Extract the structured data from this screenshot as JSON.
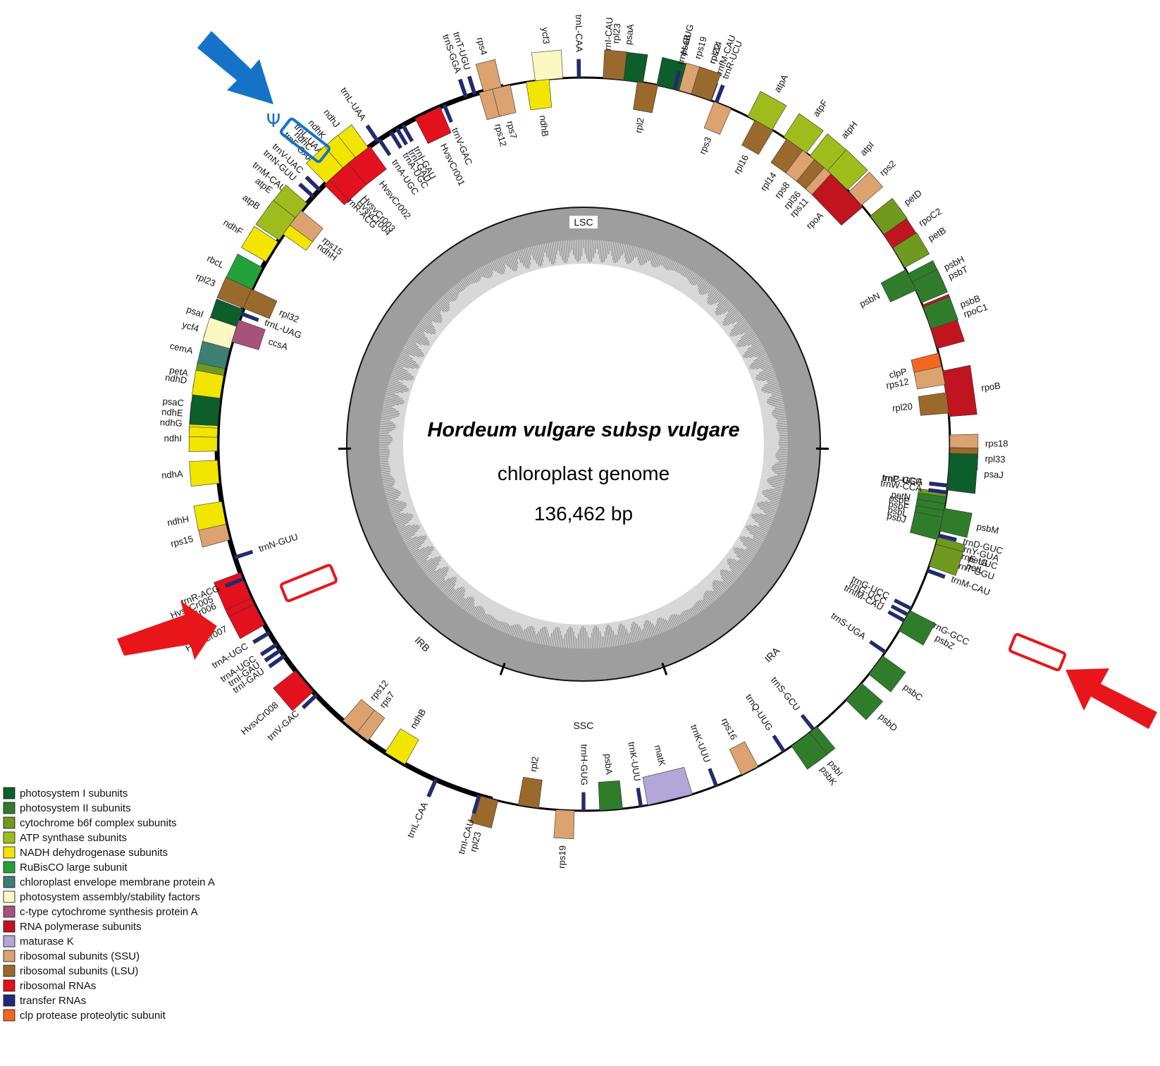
{
  "title": "Hordeum vulgare subsp vulgare",
  "subtitle": "chloroplast genome",
  "size_label": "136,462 bp",
  "pseudogene_symbol": "Ψ",
  "regions": [
    "LSC",
    "IRA",
    "SSC",
    "IRB"
  ],
  "legend": [
    {
      "label": "photosystem I subunits",
      "color": "#0d5e2a"
    },
    {
      "label": "photosystem II subunits",
      "color": "#2f7d2a"
    },
    {
      "label": "cytochrome b6f complex subunits",
      "color": "#6f9a1f"
    },
    {
      "label": "ATP synthase subunits",
      "color": "#9ebd1c"
    },
    {
      "label": "NADH dehydrogenase subunits",
      "color": "#f2e500"
    },
    {
      "label": "RuBisCO large subunit",
      "color": "#23a13b"
    },
    {
      "label": "chloroplast envelope membrane protein A",
      "color": "#3d7f73"
    },
    {
      "label": "photosystem assembly/stability factors",
      "color": "#fcf8c2"
    },
    {
      "label": "c-type cytochrome synthesis protein A",
      "color": "#a7527a"
    },
    {
      "label": "RNA polymerase subunits",
      "color": "#c0141f"
    },
    {
      "label": "maturase K",
      "color": "#b3a6d8"
    },
    {
      "label": "ribosomal subunits (SSU)",
      "color": "#dca270"
    },
    {
      "label": "ribosomal subunits (LSU)",
      "color": "#9a6a2d"
    },
    {
      "label": "ribosomal RNAs",
      "color": "#e3101e"
    },
    {
      "label": "transfer RNAs",
      "color": "#1e2a7a"
    },
    {
      "label": "clp protease proteolytic subunit",
      "color": "#f26722"
    }
  ],
  "genes": [
    {
      "name": "trnL-UAA",
      "t": 0.883,
      "cat": "trna",
      "side": "out"
    },
    {
      "name": "trnF-GAA",
      "t": 0.878,
      "cat": "trna",
      "side": "out"
    },
    {
      "name": "trnL-UAA",
      "t": 0.905,
      "cat": "trna",
      "side": "out"
    },
    {
      "name": "trnS-GGA",
      "t": 0.948,
      "cat": "trna",
      "side": "out"
    },
    {
      "name": "trnM-CAU",
      "t": 0.862,
      "cat": "trna",
      "side": "out"
    },
    {
      "name": "ndhJ",
      "t": 0.895,
      "cat": "ndh",
      "side": "out"
    },
    {
      "name": "ndhK",
      "t": 0.888,
      "cat": "ndh",
      "side": "out"
    },
    {
      "name": "ndhC",
      "t": 0.881,
      "cat": "ndh",
      "side": "out"
    },
    {
      "name": "trnV-UAC",
      "t": 0.872,
      "cat": "trna",
      "side": "out"
    },
    {
      "name": "atpE",
      "t": 0.858,
      "cat": "atp",
      "side": "out"
    },
    {
      "name": "atpB",
      "t": 0.85,
      "cat": "atp",
      "side": "out"
    },
    {
      "name": "rbcL",
      "t": 0.823,
      "cat": "rbcl",
      "side": "out"
    },
    {
      "name": "rpl23",
      "t": 0.815,
      "cat": "rpl",
      "side": "out"
    },
    {
      "name": "psaI",
      "t": 0.802,
      "cat": "psa",
      "side": "out"
    },
    {
      "name": "ycf4",
      "t": 0.796,
      "cat": "ycf",
      "side": "out"
    },
    {
      "name": "cemA",
      "t": 0.787,
      "cat": "cema",
      "side": "out"
    },
    {
      "name": "petA",
      "t": 0.778,
      "cat": "pet",
      "side": "out"
    },
    {
      "name": "rps4",
      "t": 0.96,
      "cat": "rps",
      "side": "out"
    },
    {
      "name": "trnT-UGU",
      "t": 0.952,
      "cat": "trna",
      "side": "out"
    },
    {
      "name": "ycf3",
      "t": 0.985,
      "cat": "ycf",
      "side": "out"
    },
    {
      "name": "psaA",
      "t": 0.018,
      "cat": "psa",
      "side": "out"
    },
    {
      "name": "psaB",
      "t": 0.04,
      "cat": "psa",
      "side": "out"
    },
    {
      "name": "rps14",
      "t": 0.052,
      "cat": "rps",
      "side": "out"
    },
    {
      "name": "trnfM-CAU",
      "t": 0.056,
      "cat": "trna",
      "side": "out"
    },
    {
      "name": "trnR-UCU",
      "t": 0.059,
      "cat": "trna",
      "side": "out"
    },
    {
      "name": "atpA",
      "t": 0.08,
      "cat": "atp",
      "side": "out"
    },
    {
      "name": "atpF",
      "t": 0.098,
      "cat": "atp",
      "side": "out"
    },
    {
      "name": "atpH",
      "t": 0.112,
      "cat": "atp",
      "side": "out"
    },
    {
      "name": "atpI",
      "t": 0.122,
      "cat": "atp",
      "side": "out"
    },
    {
      "name": "rps2",
      "t": 0.133,
      "cat": "rps",
      "side": "out"
    },
    {
      "name": "rpoC2",
      "t": 0.158,
      "cat": "rpo",
      "side": "out"
    },
    {
      "name": "rpoC1",
      "t": 0.198,
      "cat": "rpo",
      "side": "out"
    },
    {
      "name": "rpoB",
      "t": 0.228,
      "cat": "rpo",
      "side": "out"
    },
    {
      "name": "trnC-GCA",
      "t": 0.268,
      "cat": "trna",
      "side": "in"
    },
    {
      "name": "petN",
      "t": 0.276,
      "cat": "pet",
      "side": "in"
    },
    {
      "name": "psbM",
      "t": 0.283,
      "cat": "psb",
      "side": "out"
    },
    {
      "name": "trnD-GUC",
      "t": 0.29,
      "cat": "trna",
      "side": "out"
    },
    {
      "name": "trnY-GUA",
      "t": 0.293,
      "cat": "trna",
      "side": "out"
    },
    {
      "name": "trnE-UUC",
      "t": 0.296,
      "cat": "trna",
      "side": "out"
    },
    {
      "name": "trnT-GGU",
      "t": 0.3,
      "cat": "trna",
      "side": "out"
    },
    {
      "name": "trnM-CAU",
      "t": 0.306,
      "cat": "trna",
      "side": "out"
    },
    {
      "name": "trnG-UCC",
      "t": 0.324,
      "cat": "trna",
      "side": "in"
    },
    {
      "name": "trnG-UCC",
      "t": 0.327,
      "cat": "trna",
      "side": "in"
    },
    {
      "name": "trnfM-CAU",
      "t": 0.33,
      "cat": "trna",
      "side": "in"
    },
    {
      "name": "trnG-GCC",
      "t": 0.326,
      "cat": "trna",
      "side": "out"
    },
    {
      "name": "psbZ",
      "t": 0.33,
      "cat": "psb",
      "side": "out"
    },
    {
      "name": "trnS-UGA",
      "t": 0.346,
      "cat": "trna",
      "side": "in"
    },
    {
      "name": "psbC",
      "t": 0.353,
      "cat": "psb",
      "side": "out"
    },
    {
      "name": "psbD",
      "t": 0.368,
      "cat": "psb",
      "side": "out"
    },
    {
      "name": "trnS-GCU",
      "t": 0.392,
      "cat": "trna",
      "side": "in"
    },
    {
      "name": "psbI",
      "t": 0.395,
      "cat": "psb",
      "side": "out"
    },
    {
      "name": "psbK",
      "t": 0.399,
      "cat": "psb",
      "side": "out"
    },
    {
      "name": "trnQ-UUG",
      "t": 0.408,
      "cat": "trna",
      "side": "in"
    },
    {
      "name": "rps16",
      "t": 0.425,
      "cat": "rps",
      "side": "in"
    },
    {
      "name": "trnK-UUU",
      "t": 0.441,
      "cat": "trna",
      "side": "in"
    },
    {
      "name": "matK",
      "t": 0.462,
      "cat": "matk",
      "side": "in"
    },
    {
      "name": "trnK-UUU",
      "t": 0.475,
      "cat": "trna",
      "side": "in"
    },
    {
      "name": "psbA",
      "t": 0.488,
      "cat": "psb",
      "side": "in"
    },
    {
      "name": "trnH-GUG",
      "t": 0.5,
      "cat": "trna",
      "side": "in"
    },
    {
      "name": "rps19",
      "t": 0.508,
      "cat": "rps",
      "side": "out"
    },
    {
      "name": "rpl2",
      "t": 0.524,
      "cat": "rpl",
      "side": "in"
    },
    {
      "name": "rpl23",
      "t": 0.542,
      "cat": "rpl",
      "side": "out"
    },
    {
      "name": "trnI-CAU",
      "t": 0.546,
      "cat": "trna",
      "side": "out"
    },
    {
      "name": "trnL-CAA",
      "t": 0.566,
      "cat": "trna",
      "side": "out"
    },
    {
      "name": "ndhB",
      "t": 0.586,
      "cat": "ndh",
      "side": "in"
    },
    {
      "name": "rps7",
      "t": 0.604,
      "cat": "rps",
      "side": "in"
    },
    {
      "name": "rps12",
      "t": 0.61,
      "cat": "rps",
      "side": "in"
    },
    {
      "name": "trnV-GAC",
      "t": 0.63,
      "cat": "trna",
      "side": "out"
    },
    {
      "name": "HvsvCr008",
      "t": 0.638,
      "cat": "rrna",
      "side": "out"
    },
    {
      "name": "trnI-GAU",
      "t": 0.652,
      "cat": "trna",
      "side": "out"
    },
    {
      "name": "trnI-GAU",
      "t": 0.655,
      "cat": "trna",
      "side": "out"
    },
    {
      "name": "trnA-UGC",
      "t": 0.658,
      "cat": "trna",
      "side": "out"
    },
    {
      "name": "trnA-UGC",
      "t": 0.664,
      "cat": "trna",
      "side": "out"
    },
    {
      "name": "HvsvCr007",
      "t": 0.674,
      "cat": "rrna",
      "side": "out"
    },
    {
      "name": "HvsvCr006",
      "t": 0.684,
      "cat": "rrna",
      "side": "out"
    },
    {
      "name": "HvsvCr005",
      "t": 0.687,
      "cat": "rrna",
      "side": "out"
    },
    {
      "name": "trnR-ACG",
      "t": 0.69,
      "cat": "trna",
      "side": "out"
    },
    {
      "name": "trnN-GUU",
      "t": 0.7,
      "cat": "trna",
      "side": "in"
    },
    {
      "name": "rps15",
      "t": 0.712,
      "cat": "rps",
      "side": "out"
    },
    {
      "name": "ndhH",
      "t": 0.72,
      "cat": "ndh",
      "side": "out"
    },
    {
      "name": "ndhA",
      "t": 0.738,
      "cat": "ndh",
      "side": "out"
    },
    {
      "name": "ndhI",
      "t": 0.752,
      "cat": "ndh",
      "side": "out"
    },
    {
      "name": "ndhG",
      "t": 0.758,
      "cat": "ndh",
      "side": "out"
    },
    {
      "name": "ndhE",
      "t": 0.762,
      "cat": "ndh",
      "side": "out"
    },
    {
      "name": "psaC",
      "t": 0.766,
      "cat": "psa",
      "side": "out"
    },
    {
      "name": "ndhD",
      "t": 0.775,
      "cat": "ndh",
      "side": "out"
    },
    {
      "name": "ccsA",
      "t": 0.8,
      "cat": "ccsa",
      "side": "in"
    },
    {
      "name": "trnL-UAG",
      "t": 0.808,
      "cat": "trna",
      "side": "in"
    },
    {
      "name": "rpl32",
      "t": 0.815,
      "cat": "rpl",
      "side": "in"
    },
    {
      "name": "ndhF",
      "t": 0.838,
      "cat": "ndh",
      "side": "out"
    },
    {
      "name": "ndhH",
      "t": 0.852,
      "cat": "ndh",
      "side": "in"
    },
    {
      "name": "rps15",
      "t": 0.856,
      "cat": "rps",
      "side": "in"
    },
    {
      "name": "trnN-GUU",
      "t": 0.868,
      "cat": "trna",
      "side": "out"
    },
    {
      "name": "trnR-ACG",
      "t": 0.878,
      "cat": "trna",
      "side": "in"
    },
    {
      "name": "HvsvCr004",
      "t": 0.881,
      "cat": "rrna",
      "side": "in"
    },
    {
      "name": "HvsvCr003",
      "t": 0.884,
      "cat": "rrna",
      "side": "in"
    },
    {
      "name": "HvsvCr002",
      "t": 0.895,
      "cat": "rrna",
      "side": "in"
    },
    {
      "name": "trnA-UGC",
      "t": 0.906,
      "cat": "trna",
      "side": "in"
    },
    {
      "name": "trnA-UGC",
      "t": 0.912,
      "cat": "trna",
      "side": "in"
    },
    {
      "name": "trnI-GAU",
      "t": 0.915,
      "cat": "trna",
      "side": "in"
    },
    {
      "name": "trnI-GAU",
      "t": 0.918,
      "cat": "trna",
      "side": "in"
    },
    {
      "name": "HvsvCr001",
      "t": 0.93,
      "cat": "rrna",
      "side": "in"
    },
    {
      "name": "trnV-GAC",
      "t": 0.938,
      "cat": "trna",
      "side": "in"
    },
    {
      "name": "rps12",
      "t": 0.958,
      "cat": "rps",
      "side": "in"
    },
    {
      "name": "rps7",
      "t": 0.964,
      "cat": "rps",
      "side": "in"
    },
    {
      "name": "ndhB",
      "t": 0.98,
      "cat": "ndh",
      "side": "in"
    },
    {
      "name": "trnL-CAA",
      "t": 0.998,
      "cat": "trna",
      "side": "out"
    },
    {
      "name": "trnI-CAU",
      "t": 0.01,
      "cat": "trna",
      "side": "out"
    },
    {
      "name": "rpl23",
      "t": 0.013,
      "cat": "rpl",
      "side": "out"
    },
    {
      "name": "rpl2",
      "t": 0.028,
      "cat": "rpl",
      "side": "in"
    },
    {
      "name": "trnH-GUG",
      "t": 0.04,
      "cat": "trna",
      "side": "out"
    },
    {
      "name": "rps19",
      "t": 0.046,
      "cat": "rps",
      "side": "out"
    },
    {
      "name": "rpl22",
      "t": 0.052,
      "cat": "rpl",
      "side": "out"
    },
    {
      "name": "rps3",
      "t": 0.062,
      "cat": "rps",
      "side": "in"
    },
    {
      "name": "rpl16",
      "t": 0.082,
      "cat": "rpl",
      "side": "in"
    },
    {
      "name": "rpl14",
      "t": 0.098,
      "cat": "rpl",
      "side": "in"
    },
    {
      "name": "rps8",
      "t": 0.106,
      "cat": "rps",
      "side": "in"
    },
    {
      "name": "rpl36",
      "t": 0.113,
      "cat": "rpl",
      "side": "in"
    },
    {
      "name": "rps11",
      "t": 0.118,
      "cat": "rps",
      "side": "in"
    },
    {
      "name": "rpoA",
      "t": 0.128,
      "cat": "rpo",
      "side": "in"
    },
    {
      "name": "petD",
      "t": 0.148,
      "cat": "pet",
      "side": "out"
    },
    {
      "name": "petB",
      "t": 0.165,
      "cat": "pet",
      "side": "out"
    },
    {
      "name": "psbH",
      "t": 0.178,
      "cat": "psb",
      "side": "out"
    },
    {
      "name": "psbN",
      "t": 0.176,
      "cat": "psb",
      "side": "in"
    },
    {
      "name": "psbT",
      "t": 0.182,
      "cat": "psb",
      "side": "out"
    },
    {
      "name": "psbB",
      "t": 0.194,
      "cat": "psb",
      "side": "out"
    },
    {
      "name": "clpP",
      "t": 0.215,
      "cat": "clp",
      "side": "in"
    },
    {
      "name": "rps12",
      "t": 0.22,
      "cat": "rps",
      "side": "in"
    },
    {
      "name": "rpl20",
      "t": 0.232,
      "cat": "rpl",
      "side": "in"
    },
    {
      "name": "rps18",
      "t": 0.25,
      "cat": "rps",
      "side": "out"
    },
    {
      "name": "rpl33",
      "t": 0.256,
      "cat": "rpl",
      "side": "out"
    },
    {
      "name": "psaJ",
      "t": 0.262,
      "cat": "psa",
      "side": "out"
    },
    {
      "name": "trnP-UGG",
      "t": 0.268,
      "cat": "trna",
      "side": "in"
    },
    {
      "name": "trnW-CCA",
      "t": 0.271,
      "cat": "trna",
      "side": "in"
    },
    {
      "name": "psbE",
      "t": 0.278,
      "cat": "psb",
      "side": "in"
    },
    {
      "name": "psbF",
      "t": 0.281,
      "cat": "psb",
      "side": "in"
    },
    {
      "name": "psbL",
      "t": 0.284,
      "cat": "psb",
      "side": "in"
    },
    {
      "name": "psbJ",
      "t": 0.287,
      "cat": "psb",
      "side": "in"
    },
    {
      "name": "petG",
      "t": 0.296,
      "cat": "pet",
      "side": "out"
    },
    {
      "name": "petL",
      "t": 0.299,
      "cat": "pet",
      "side": "out"
    }
  ]
}
